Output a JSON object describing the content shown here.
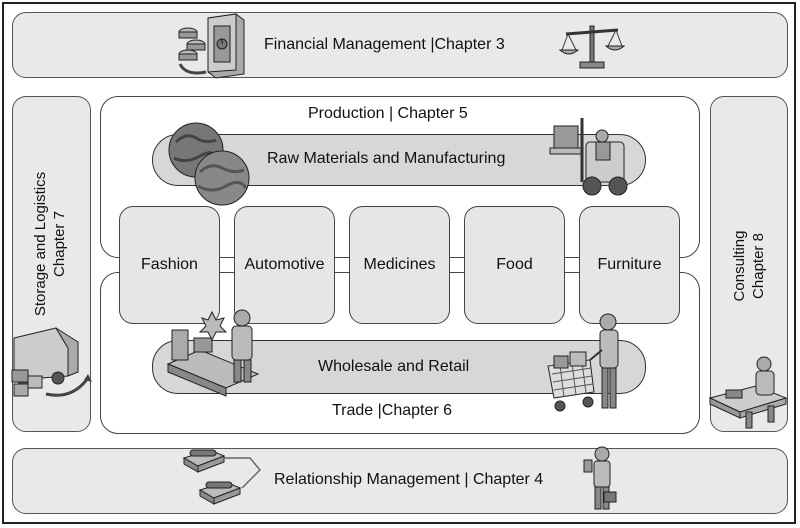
{
  "diagram": {
    "financial": "Financial Management  |Chapter 3",
    "production": "Production  |  Chapter 5",
    "raw_materials": "Raw Materials and Manufacturing",
    "storage": {
      "line1": "Storage and Logistics",
      "line2": "Chapter 7"
    },
    "consulting": {
      "line1": "Consulting",
      "line2": "Chapter 8"
    },
    "sectors": [
      "Fashion",
      "Automotive",
      "Medicines",
      "Food",
      "Furniture"
    ],
    "wholesale": "Wholesale and Retail",
    "trade": "Trade  |Chapter 6",
    "relationship": "Relationship Management  |  Chapter 4"
  },
  "icons": [
    "safe-icon",
    "coins-icon",
    "scales-icon",
    "globe-icon",
    "forklift-icon",
    "truck-icon",
    "conveyor-worker-icon",
    "shopping-cart-icon",
    "desk-worker-icon",
    "telephone-icon",
    "businessman-icon"
  ]
}
